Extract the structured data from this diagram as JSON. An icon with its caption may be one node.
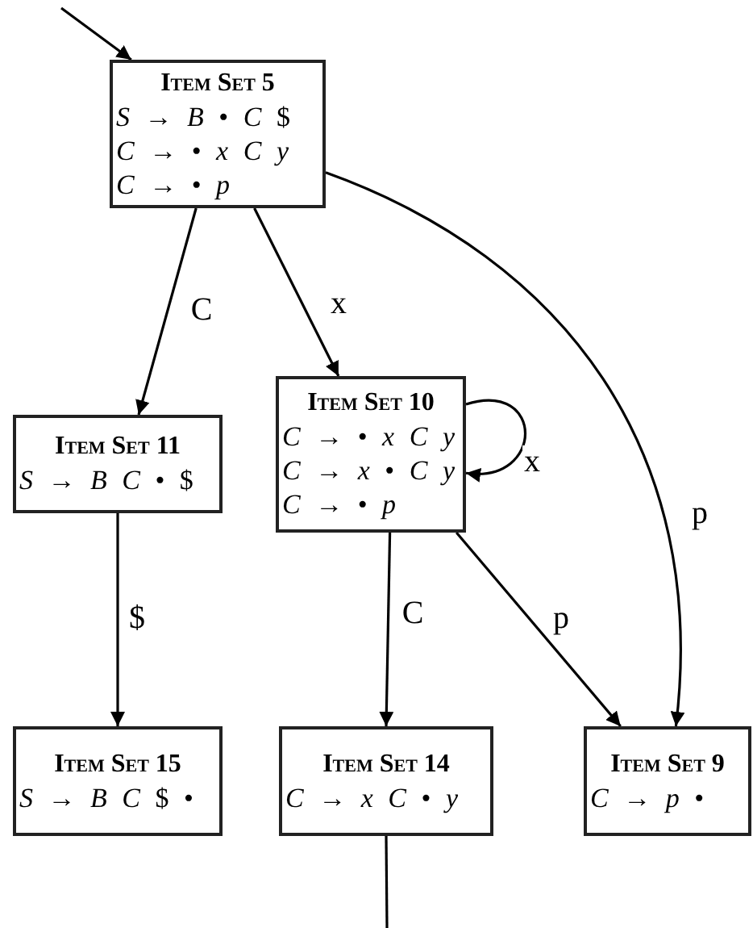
{
  "diagram": {
    "nodes": [
      {
        "text": [
          "Item Set 5",
          "*S* → *B* • *C* $",
          "*C* → • *x* *C* *y*",
          "*C* → • *p*"
        ]
      },
      {
        "text": [
          "Item Set 11",
          "*S* → *B* *C* • $"
        ]
      },
      {
        "text": [
          "Item Set 10",
          "*C* → • *x* *C* *y*",
          "*C* → *x* • *C* *y*",
          "*C* → • *p*"
        ]
      },
      {
        "text": [
          "Item Set 15",
          "*S* → *B* *C* $ •"
        ]
      },
      {
        "text": [
          "Item Set 14",
          "*C* → *x* *C* • *y*"
        ]
      },
      {
        "text": [
          "Item Set 9",
          "*C* → *p* •"
        ]
      }
    ],
    "edges": [
      {
        "from": null,
        "to": 0,
        "arrow": "to"
      },
      {
        "from": 0,
        "to": 1,
        "label": "C",
        "arrow": "to"
      },
      {
        "from": 0,
        "to": 2,
        "label": "x",
        "arrow": "to"
      },
      {
        "from": 0,
        "to": 5,
        "label": "p",
        "arrow": "to"
      },
      {
        "from": 1,
        "to": 3,
        "label": "$",
        "arrow": "to"
      },
      {
        "from": 2,
        "to": 2,
        "label": "x",
        "arrow": "to"
      },
      {
        "from": 2,
        "to": 4,
        "label": "C",
        "arrow": "to"
      },
      {
        "from": 2,
        "to": 5,
        "label": "p",
        "arrow": "to"
      },
      {
        "from": 4,
        "to": null,
        "arrow": "none"
      }
    ]
  }
}
